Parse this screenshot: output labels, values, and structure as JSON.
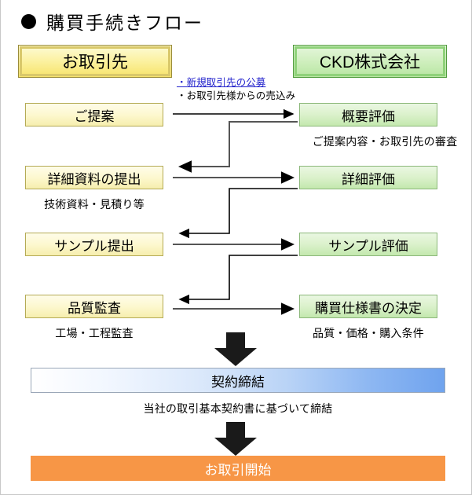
{
  "page": {
    "title": "購買手続きフロー",
    "bullet_icon": "filled-circle-bullet"
  },
  "header": {
    "supplier_box": "お取引先",
    "company_box": "CKD株式会社",
    "notes": [
      {
        "text": "・新規取引先の公募",
        "is_link": true
      },
      {
        "text": "・お取引先様からの売込み",
        "is_link": false
      }
    ]
  },
  "flow_rows": [
    {
      "left_label": "ご提案",
      "left_caption": "",
      "right_label": "概要評価",
      "right_caption": "ご提案内容・お取引先の審査"
    },
    {
      "left_label": "詳細資料の提出",
      "left_caption": "技術資料・見積り等",
      "right_label": "詳細評価",
      "right_caption": ""
    },
    {
      "left_label": "サンプル提出",
      "left_caption": "",
      "right_label": "サンプル評価",
      "right_caption": ""
    },
    {
      "left_label": "品質監査",
      "left_caption": "工場・工程監査",
      "right_label": "購買仕様書の決定",
      "right_caption": "品質・価格・購入条件"
    }
  ],
  "footer": {
    "contract_bar": "契約締結",
    "contract_caption": "当社の取引基本契約書に基づいて締結",
    "start_bar": "お取引開始",
    "arrow_icon": "down-block-arrow"
  },
  "colors": {
    "supplier_fill": "#fbf09a",
    "supplier_border": "#d9c86a",
    "company_fill": "#cdeebb",
    "company_border": "#8fd27a",
    "yellow_fill": "#fdf8cf",
    "green_fill": "#dbf1cb",
    "contract_gradient_end": "#6fa3ee",
    "start_fill": "#f79646",
    "link_text": "#2222cc",
    "arrow_stroke": "#000000"
  }
}
